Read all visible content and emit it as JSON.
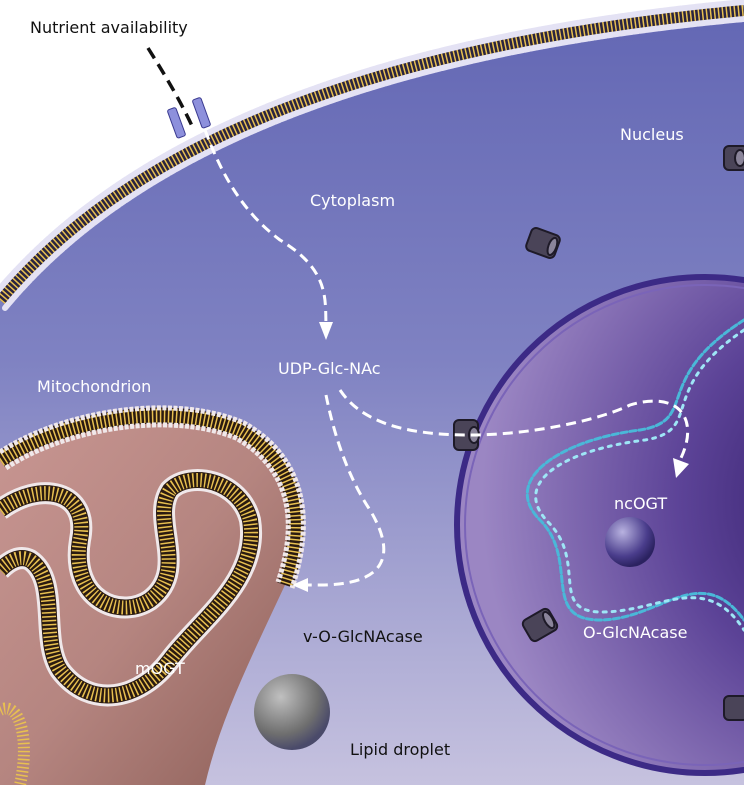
{
  "labels": {
    "nutrient": "Nutrient availability",
    "cytoplasm": "Cytoplasm",
    "nucleus": "Nucleus",
    "udp": "UDP-Glc-NAc",
    "mitochondrion": "Mitochondrion",
    "ncogt": "ncOGT",
    "mogt": "mOGT",
    "v_oglcnacase": "v-O-GlcNAcase",
    "o_glcnacase": "O-GlcNAcase",
    "lipid": "Lipid droplet"
  },
  "colors": {
    "cytoplasm_top": "#6a6fb8",
    "cytoplasm_bottom": "#c4c0de",
    "nucleus": "#5a3f96",
    "nuclear_envelope": "#3c2a86",
    "mitochondrion": "#b07c78",
    "membrane_lipid": "#e8c050",
    "dna": "#6fd0e8"
  }
}
